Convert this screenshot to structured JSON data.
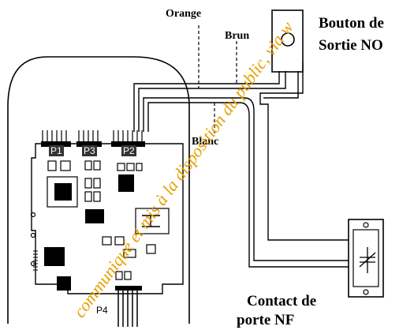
{
  "labels": {
    "orange": "Orange",
    "brun": "Brun",
    "blanc": "Blanc",
    "exit_button_line1": "Bouton de",
    "exit_button_line2": "Sortie NO",
    "door_contact_line1": "Contact de",
    "door_contact_line2": "porte NF"
  },
  "connectors": {
    "p1": "P1",
    "p2": "P2",
    "p3": "P3",
    "p4": "P4"
  },
  "watermark": "communiqué et mis à la disposition du public, via w",
  "colors": {
    "line": "#000000",
    "watermark": "#e8a000",
    "background": "#ffffff"
  }
}
